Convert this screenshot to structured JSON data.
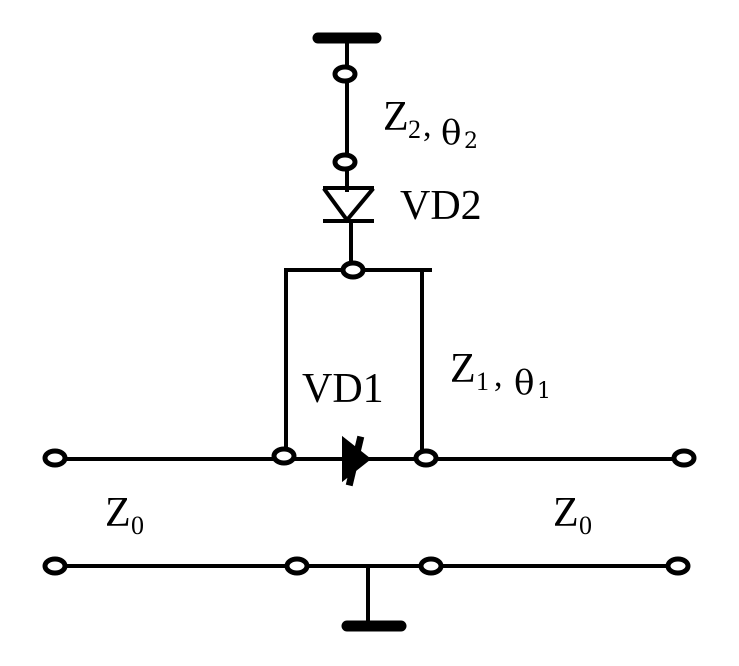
{
  "labels": {
    "z2": {
      "main": "Z",
      "sub": "2",
      "sep": ",",
      "theta": "θ",
      "theta_sub": "2"
    },
    "vd2": "VD2",
    "vd1": "VD1",
    "z1": {
      "main": "Z",
      "sub": "1",
      "sep": ",",
      "theta": "θ",
      "theta_sub": "1"
    },
    "z0_left": {
      "main": "Z",
      "sub": "0"
    },
    "z0_right": {
      "main": "Z",
      "sub": "0"
    }
  }
}
